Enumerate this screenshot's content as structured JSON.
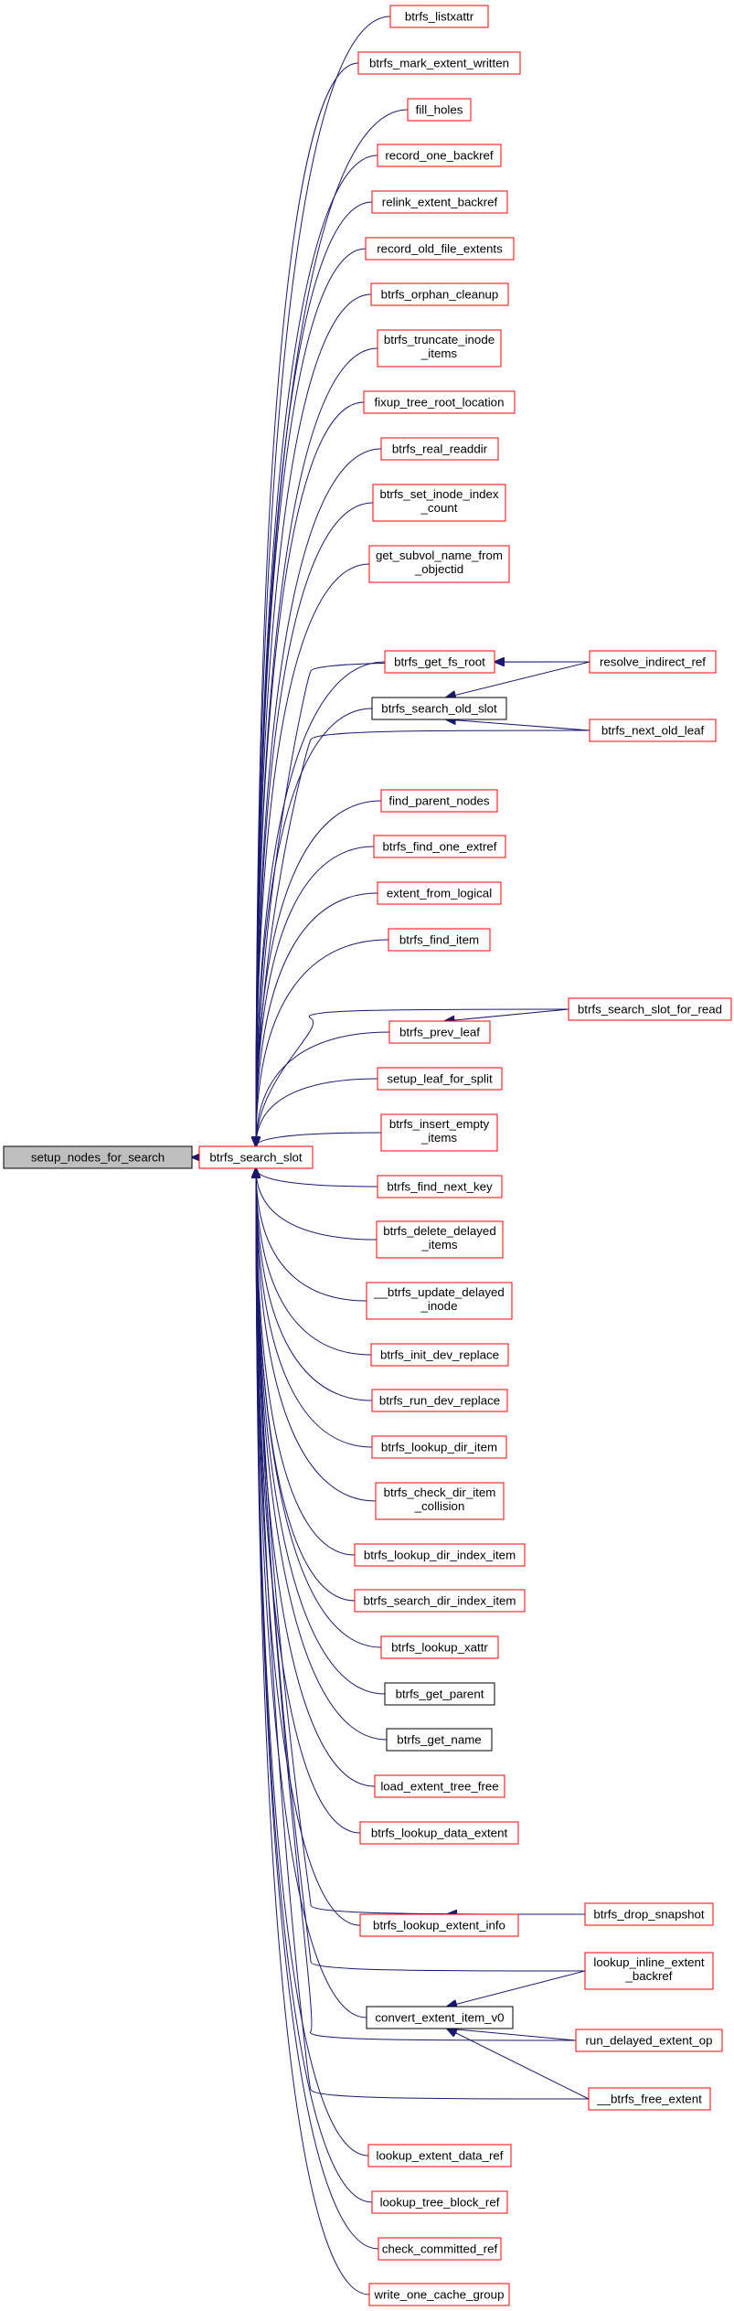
{
  "graph": {
    "colors": {
      "edge": "#191970",
      "red_border": "#ff0000",
      "black_border": "#000000",
      "root_fill": "#bfbfbf"
    },
    "nodes": [
      {
        "id": "setup_nodes_for_search",
        "lines": [
          "setup_nodes_for_search"
        ],
        "style": "root"
      },
      {
        "id": "btrfs_search_slot",
        "lines": [
          "btrfs_search_slot"
        ],
        "style": "red"
      },
      {
        "id": "btrfs_listxattr",
        "lines": [
          "btrfs_listxattr"
        ],
        "style": "red"
      },
      {
        "id": "btrfs_mark_extent_written",
        "lines": [
          "btrfs_mark_extent_written"
        ],
        "style": "red"
      },
      {
        "id": "fill_holes",
        "lines": [
          "fill_holes"
        ],
        "style": "red"
      },
      {
        "id": "record_one_backref",
        "lines": [
          "record_one_backref"
        ],
        "style": "red"
      },
      {
        "id": "relink_extent_backref",
        "lines": [
          "relink_extent_backref"
        ],
        "style": "red"
      },
      {
        "id": "record_old_file_extents",
        "lines": [
          "record_old_file_extents"
        ],
        "style": "red"
      },
      {
        "id": "btrfs_orphan_cleanup",
        "lines": [
          "btrfs_orphan_cleanup"
        ],
        "style": "red"
      },
      {
        "id": "btrfs_truncate_inode_items",
        "lines": [
          "btrfs_truncate_inode",
          "_items"
        ],
        "style": "red"
      },
      {
        "id": "fixup_tree_root_location",
        "lines": [
          "fixup_tree_root_location"
        ],
        "style": "red"
      },
      {
        "id": "btrfs_real_readdir",
        "lines": [
          "btrfs_real_readdir"
        ],
        "style": "red"
      },
      {
        "id": "btrfs_set_inode_index_count",
        "lines": [
          "btrfs_set_inode_index",
          "_count"
        ],
        "style": "red"
      },
      {
        "id": "get_subvol_name_from_objectid",
        "lines": [
          "get_subvol_name_from",
          "_objectid"
        ],
        "style": "red"
      },
      {
        "id": "btrfs_get_fs_root",
        "lines": [
          "btrfs_get_fs_root"
        ],
        "style": "red"
      },
      {
        "id": "resolve_indirect_ref",
        "lines": [
          "resolve_indirect_ref"
        ],
        "style": "red"
      },
      {
        "id": "btrfs_search_old_slot",
        "lines": [
          "btrfs_search_old_slot"
        ],
        "style": "black"
      },
      {
        "id": "btrfs_next_old_leaf",
        "lines": [
          "btrfs_next_old_leaf"
        ],
        "style": "red"
      },
      {
        "id": "find_parent_nodes",
        "lines": [
          "find_parent_nodes"
        ],
        "style": "red"
      },
      {
        "id": "btrfs_find_one_extref",
        "lines": [
          "btrfs_find_one_extref"
        ],
        "style": "red"
      },
      {
        "id": "extent_from_logical",
        "lines": [
          "extent_from_logical"
        ],
        "style": "red"
      },
      {
        "id": "btrfs_find_item",
        "lines": [
          "btrfs_find_item"
        ],
        "style": "red"
      },
      {
        "id": "btrfs_prev_leaf",
        "lines": [
          "btrfs_prev_leaf"
        ],
        "style": "red"
      },
      {
        "id": "btrfs_search_slot_for_read",
        "lines": [
          "btrfs_search_slot_for_read"
        ],
        "style": "red"
      },
      {
        "id": "setup_leaf_for_split",
        "lines": [
          "setup_leaf_for_split"
        ],
        "style": "red"
      },
      {
        "id": "btrfs_insert_empty_items",
        "lines": [
          "btrfs_insert_empty",
          "_items"
        ],
        "style": "red"
      },
      {
        "id": "btrfs_find_next_key",
        "lines": [
          "btrfs_find_next_key"
        ],
        "style": "red"
      },
      {
        "id": "btrfs_delete_delayed_items",
        "lines": [
          "btrfs_delete_delayed",
          "_items"
        ],
        "style": "red"
      },
      {
        "id": "__btrfs_update_delayed_inode",
        "lines": [
          "__btrfs_update_delayed",
          "_inode"
        ],
        "style": "red"
      },
      {
        "id": "btrfs_init_dev_replace",
        "lines": [
          "btrfs_init_dev_replace"
        ],
        "style": "red"
      },
      {
        "id": "btrfs_run_dev_replace",
        "lines": [
          "btrfs_run_dev_replace"
        ],
        "style": "red"
      },
      {
        "id": "btrfs_lookup_dir_item",
        "lines": [
          "btrfs_lookup_dir_item"
        ],
        "style": "red"
      },
      {
        "id": "btrfs_check_dir_item_collision",
        "lines": [
          "btrfs_check_dir_item",
          "_collision"
        ],
        "style": "red"
      },
      {
        "id": "btrfs_lookup_dir_index_item",
        "lines": [
          "btrfs_lookup_dir_index_item"
        ],
        "style": "red"
      },
      {
        "id": "btrfs_search_dir_index_item",
        "lines": [
          "btrfs_search_dir_index_item"
        ],
        "style": "red"
      },
      {
        "id": "btrfs_lookup_xattr",
        "lines": [
          "btrfs_lookup_xattr"
        ],
        "style": "red"
      },
      {
        "id": "btrfs_get_parent",
        "lines": [
          "btrfs_get_parent"
        ],
        "style": "black"
      },
      {
        "id": "btrfs_get_name",
        "lines": [
          "btrfs_get_name"
        ],
        "style": "black"
      },
      {
        "id": "load_extent_tree_free",
        "lines": [
          "load_extent_tree_free"
        ],
        "style": "red"
      },
      {
        "id": "btrfs_lookup_data_extent",
        "lines": [
          "btrfs_lookup_data_extent"
        ],
        "style": "red"
      },
      {
        "id": "btrfs_lookup_extent_info",
        "lines": [
          "btrfs_lookup_extent_info"
        ],
        "style": "red"
      },
      {
        "id": "btrfs_drop_snapshot",
        "lines": [
          "btrfs_drop_snapshot"
        ],
        "style": "red"
      },
      {
        "id": "lookup_inline_extent_backref",
        "lines": [
          "lookup_inline_extent",
          "_backref"
        ],
        "style": "red"
      },
      {
        "id": "convert_extent_item_v0",
        "lines": [
          "convert_extent_item_v0"
        ],
        "style": "black"
      },
      {
        "id": "run_delayed_extent_op",
        "lines": [
          "run_delayed_extent_op"
        ],
        "style": "red"
      },
      {
        "id": "__btrfs_free_extent",
        "lines": [
          "__btrfs_free_extent"
        ],
        "style": "red"
      },
      {
        "id": "lookup_extent_data_ref",
        "lines": [
          "lookup_extent_data_ref"
        ],
        "style": "red"
      },
      {
        "id": "lookup_tree_block_ref",
        "lines": [
          "lookup_tree_block_ref"
        ],
        "style": "red"
      },
      {
        "id": "check_committed_ref",
        "lines": [
          "check_committed_ref"
        ],
        "style": "red"
      },
      {
        "id": "write_one_cache_group",
        "lines": [
          "write_one_cache_group"
        ],
        "style": "red"
      }
    ]
  }
}
